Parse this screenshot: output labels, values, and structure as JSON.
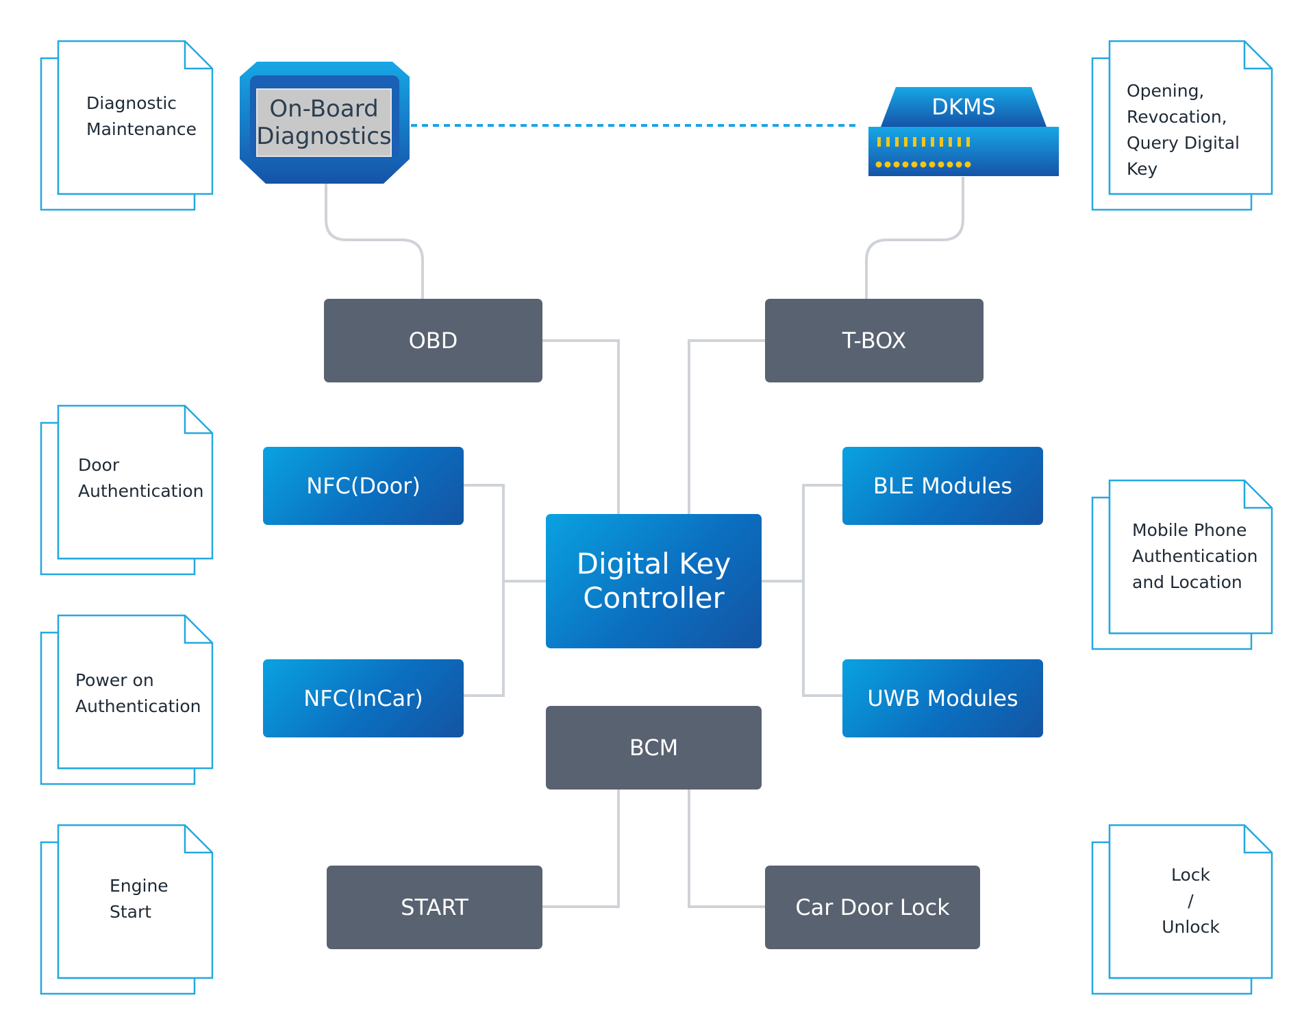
{
  "devices": {
    "onboard_diagnostics": "On-Board\nDiagnostics",
    "dkms": "DKMS"
  },
  "nodes": {
    "obd": "OBD",
    "tbox": "T-BOX",
    "nfc_door": "NFC(Door)",
    "nfc_incar": "NFC(InCar)",
    "ble": "BLE Modules",
    "uwb": "UWB Modules",
    "controller": "Digital Key\nController",
    "bcm": "BCM",
    "start": "START",
    "car_door_lock": "Car Door Lock"
  },
  "docs": {
    "diagnostic": "Diagnostic\nMaintenance",
    "door_auth": "Door\nAuthentication",
    "power_auth": "Power on\nAuthentication",
    "engine_start": "Engine\nStart",
    "opening": "Opening,\nRevocation,\nQuery Digital Key",
    "mobile": "Mobile Phone\nAuthentication\nand Location",
    "lock": "Lock\n/\nUnlock"
  },
  "colors": {
    "box_dark": "#596270",
    "box_blue": "#0b78c8",
    "connector": "#cfd3d8",
    "dashed_link": "#1aa3e8",
    "doc_outline": "#23a8e0"
  }
}
